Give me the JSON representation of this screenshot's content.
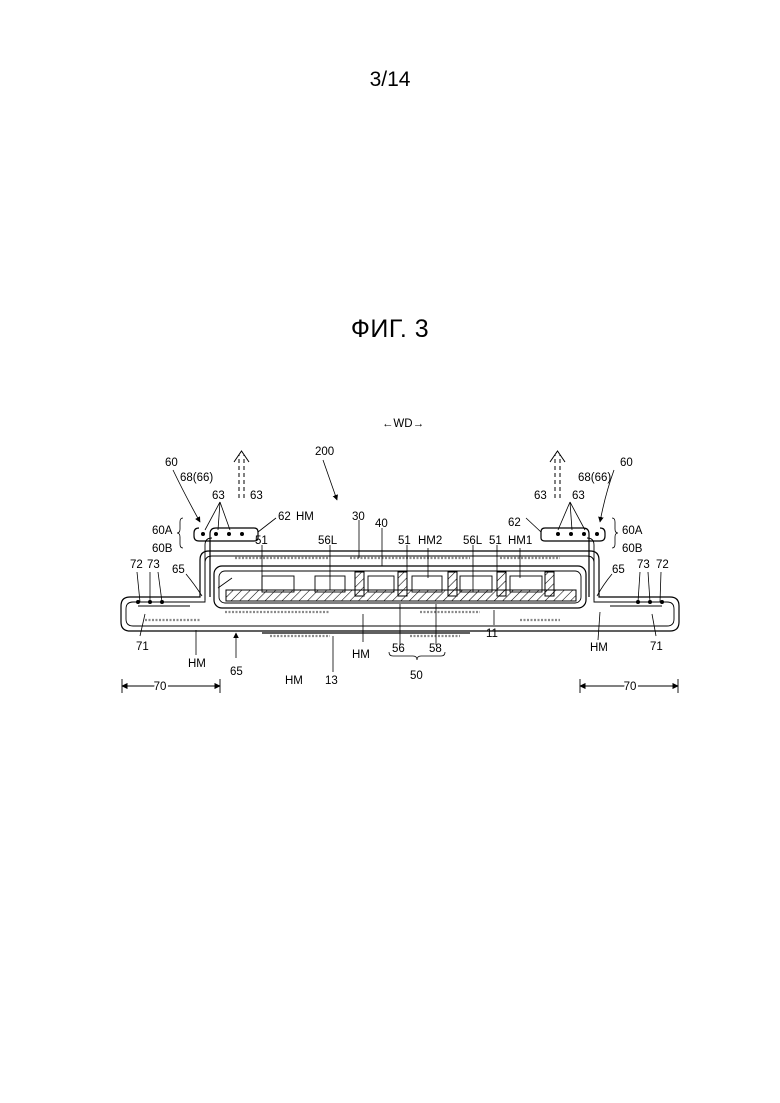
{
  "page": {
    "number": "3/14"
  },
  "figure": {
    "title": "ФИГ. 3"
  },
  "labels": {
    "wd": "←WD→",
    "n200": "200",
    "n60": "60",
    "n68": "68(66)",
    "n63": "63",
    "n62": "62",
    "n60A": "60A",
    "n60B": "60B",
    "n65": "65",
    "n72": "72",
    "n73": "73",
    "n71": "71",
    "n51": "51",
    "n30": "30",
    "n40": "40",
    "n56L": "56L",
    "HM": "HM",
    "HM1": "HM1",
    "HM2": "HM2",
    "n56": "56",
    "n58": "58",
    "n50": "50",
    "n11": "11",
    "n13": "13",
    "n70": "70"
  }
}
